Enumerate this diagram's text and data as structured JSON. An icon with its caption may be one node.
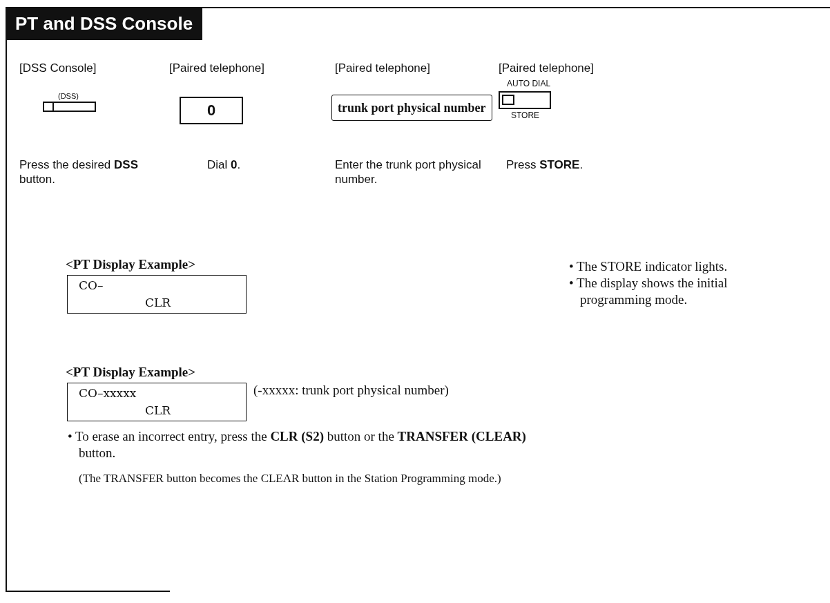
{
  "diagram": {
    "title": "PT and DSS Console",
    "nodes": [
      {
        "text": [
          "(DSS)"
        ]
      },
      {
        "text": [
          "0"
        ]
      },
      {
        "text": [
          "trunk port physical number"
        ]
      },
      {
        "text": [
          "AUTO DIAL",
          "STORE"
        ]
      },
      {
        "text": [
          "<PT Display Example>",
          "CO–",
          "CLR"
        ]
      },
      {
        "text": [
          "<PT Display Example>",
          "CO–xxxxx",
          "CLR"
        ],
        "beside": [
          "(-xxxxx: trunk port physical number)"
        ]
      }
    ],
    "labels": [
      "[DSS Console]",
      "[Paired telephone]",
      "[Paired telephone]",
      "[Paired telephone]",
      "Press the desired **DSS** button.",
      "Dial **0**.",
      "Enter the trunk port physical number.",
      "Press **STORE**.",
      "• The STORE indicator lights.",
      "• The display shows the initial programming mode.",
      "• To erase an incorrect entry, press the **CLR (S2)** button or the **TRANSFER (CLEAR)** button.",
      "(The TRANSFER button becomes the CLEAR button in the Station Programming mode.)"
    ]
  }
}
